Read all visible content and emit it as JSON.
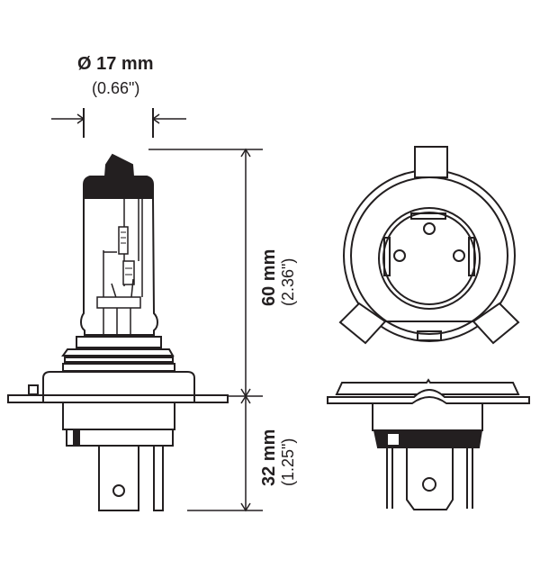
{
  "diagram": {
    "title": "H4 halogen bulb dimensional drawing",
    "views": [
      "side-view-bulb",
      "top-view-base",
      "side-view-base"
    ],
    "dimensions": {
      "diameter": {
        "metric": "Ø 17 mm",
        "imperial": "(0.66\")"
      },
      "bulb_height": {
        "metric": "60 mm",
        "imperial": "(2.36\")"
      },
      "base_height": {
        "metric": "32 mm",
        "imperial": "(1.25\")"
      }
    },
    "colors": {
      "line": "#231f20",
      "fill": "#ffffff"
    }
  }
}
